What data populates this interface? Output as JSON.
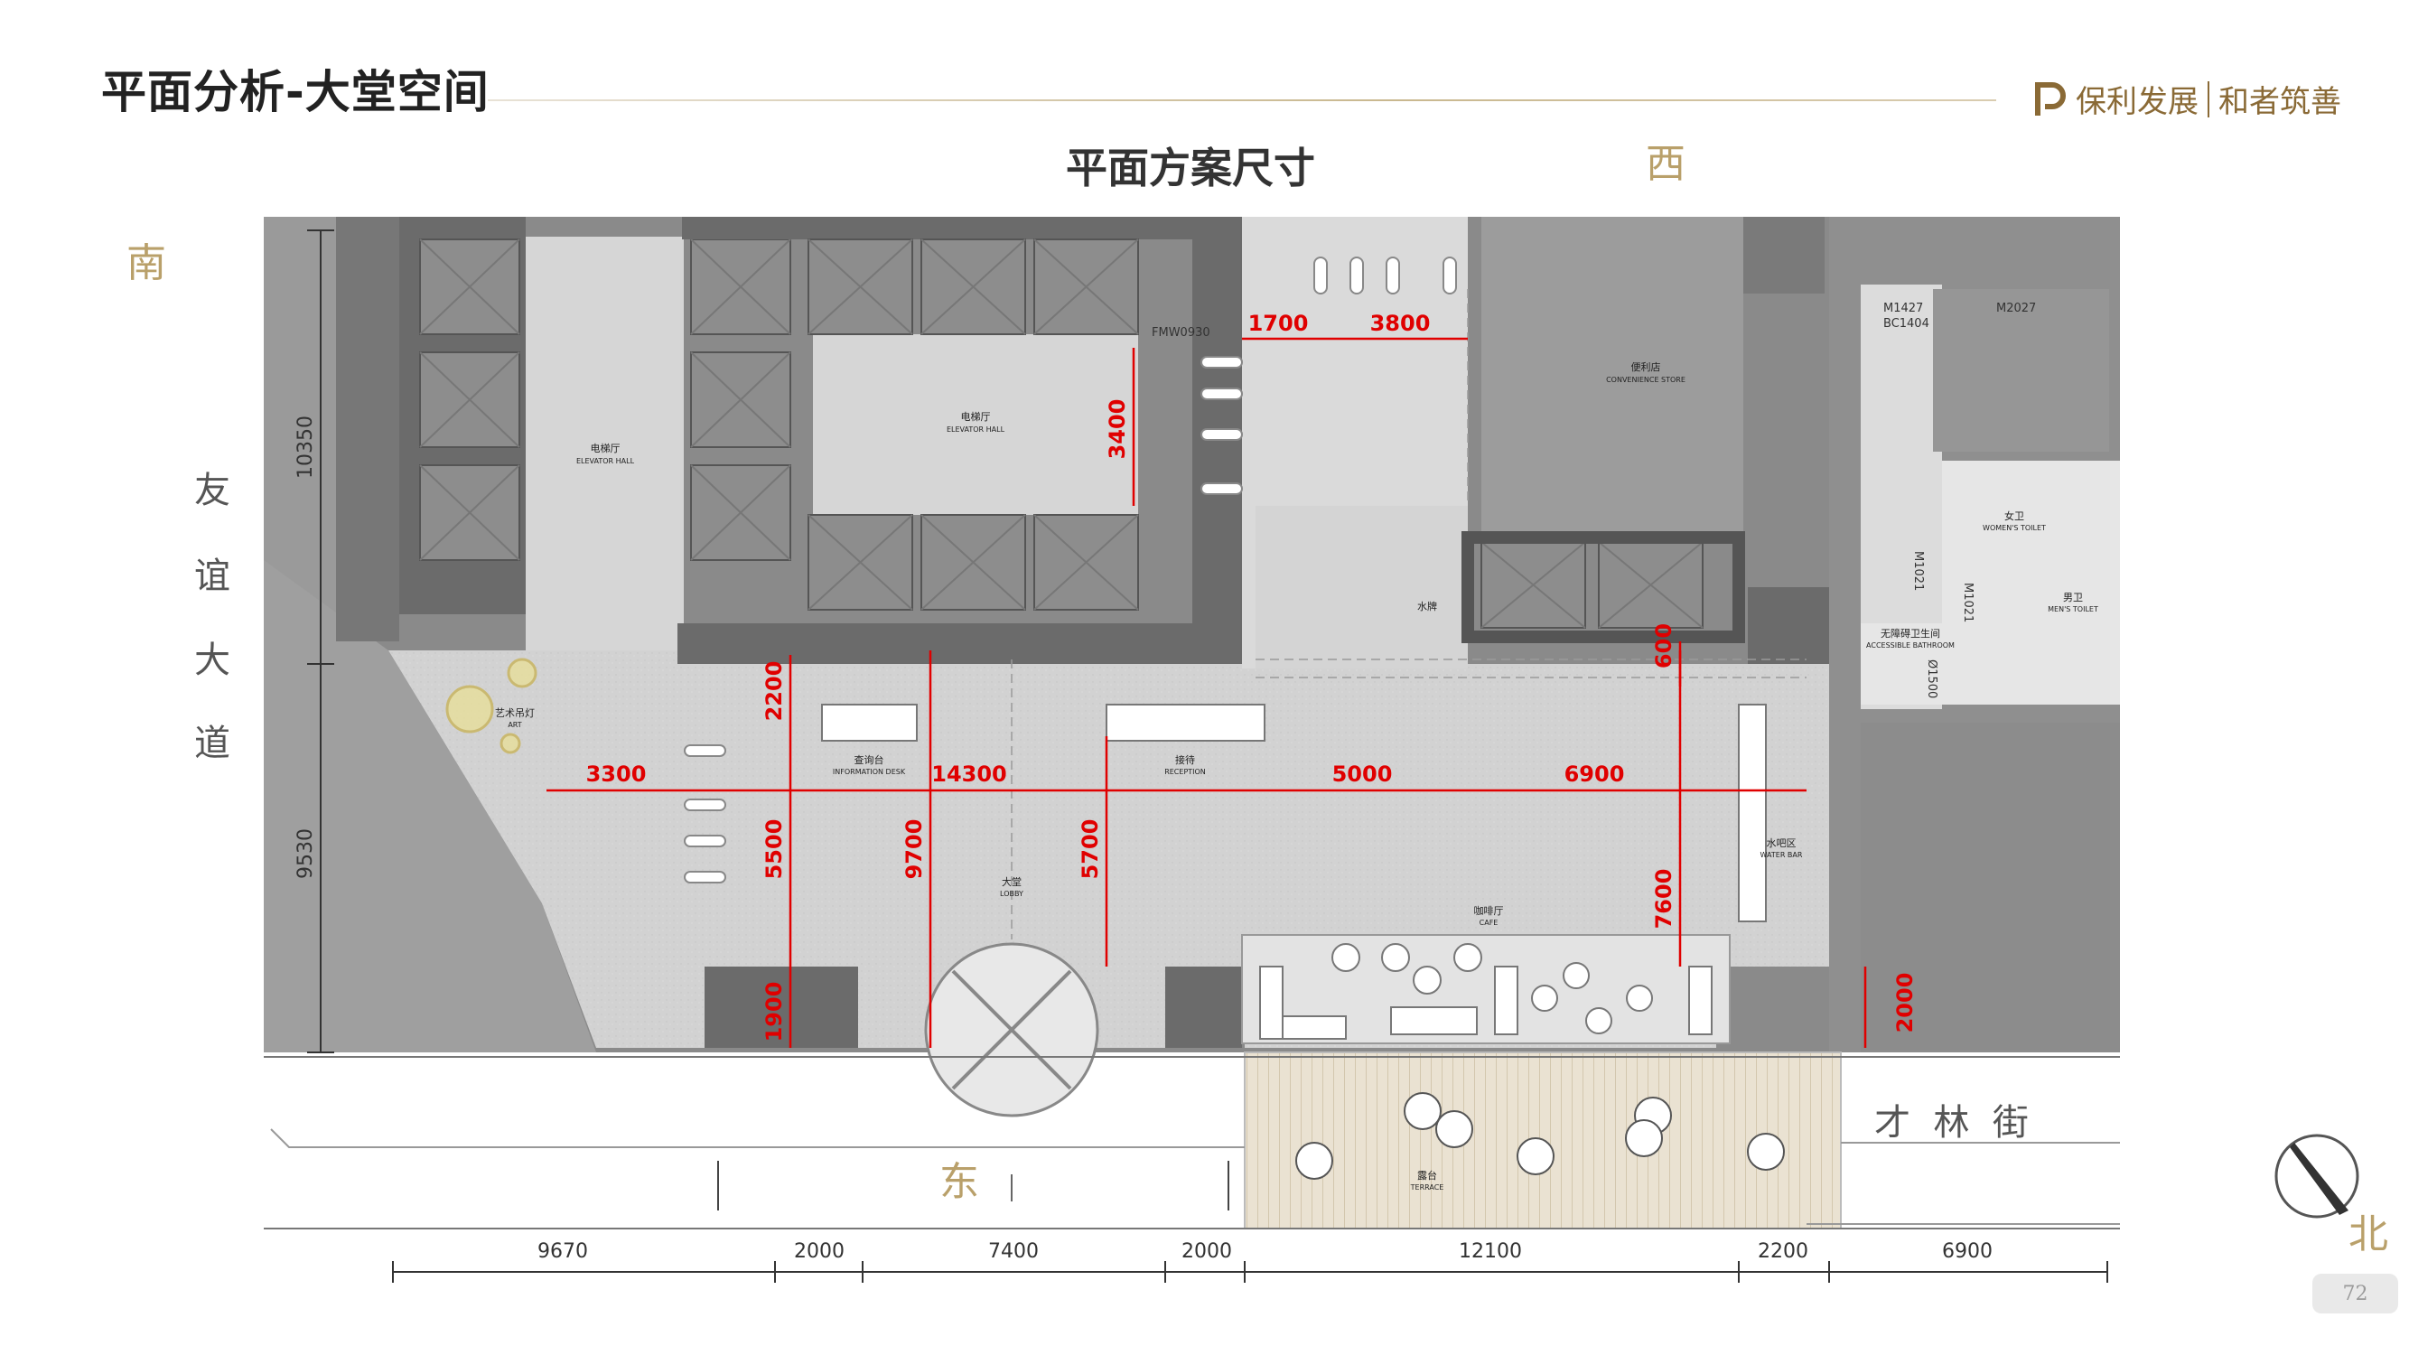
{
  "header": {
    "title": "平面分析-大堂空间",
    "logo_brand": "保利发展",
    "logo_slogan": "和者筑善"
  },
  "subtitle": "平面方案尺寸",
  "directions": {
    "south": "南",
    "west": "西",
    "east": "东",
    "north": "北"
  },
  "roads": {
    "left": [
      "友",
      "谊",
      "大",
      "道"
    ],
    "right": "才  林  街"
  },
  "page_number": "72",
  "rooms": {
    "elevator_hall_1": {
      "cn": "电梯厅",
      "en": "ELEVATOR HALL"
    },
    "elevator_hall_2": {
      "cn": "电梯厅",
      "en": "ELEVATOR HALL"
    },
    "convenience_store": {
      "cn": "便利店",
      "en": "CONVENIENCE STORE"
    },
    "women_toilet": {
      "cn": "女卫",
      "en": "WOMEN'S TOILET"
    },
    "men_toilet": {
      "cn": "男卫",
      "en": "MEN'S TOILET"
    },
    "accessible": {
      "cn": "无障碍卫生间",
      "en": "ACCESSIBLE BATHROOM"
    },
    "info_desk": {
      "cn": "查询台",
      "en": "INFORMATION DESK"
    },
    "reception": {
      "cn": "接待",
      "en": "RECEPTION"
    },
    "lobby": {
      "cn": "大堂",
      "en": "LOBBY"
    },
    "water_bar": {
      "cn": "水吧区",
      "en": "WATER BAR"
    },
    "cafe": {
      "cn": "咖啡厅",
      "en": "CAFE"
    },
    "terrace": {
      "cn": "露台",
      "en": "TERRACE"
    },
    "art_light": {
      "cn": "艺术吊灯",
      "en": "ART"
    },
    "water_card": {
      "cn": "水牌"
    }
  },
  "door_codes": {
    "fm": "FMW0930",
    "m1427": "M1427",
    "bc1404": "BC1404",
    "m2027": "M2027",
    "m1021a": "M1021",
    "m1021b": "M1021",
    "d1500": "Ø1500"
  },
  "red_dimensions": {
    "d1700": "1700",
    "d3800": "3800",
    "d3400": "3400",
    "d600": "600",
    "d2200": "2200",
    "d3300": "3300",
    "d14300": "14300",
    "d5000": "5000",
    "d6900": "6900",
    "d5500": "5500",
    "d9700": "9700",
    "d5700": "5700",
    "d7600": "7600",
    "d1900": "1900",
    "d2000": "2000"
  },
  "left_dimensions": {
    "d10350": "10350",
    "d9530": "9530"
  },
  "bottom_dimensions": [
    "9670",
    "2000",
    "7400",
    "2000",
    "12100",
    "2200",
    "6900"
  ],
  "colors": {
    "accent_red": "#e00000",
    "wall_dark": "#6b6b6b",
    "floor_light": "#d4d4d4",
    "gold": "#b9a06a"
  }
}
